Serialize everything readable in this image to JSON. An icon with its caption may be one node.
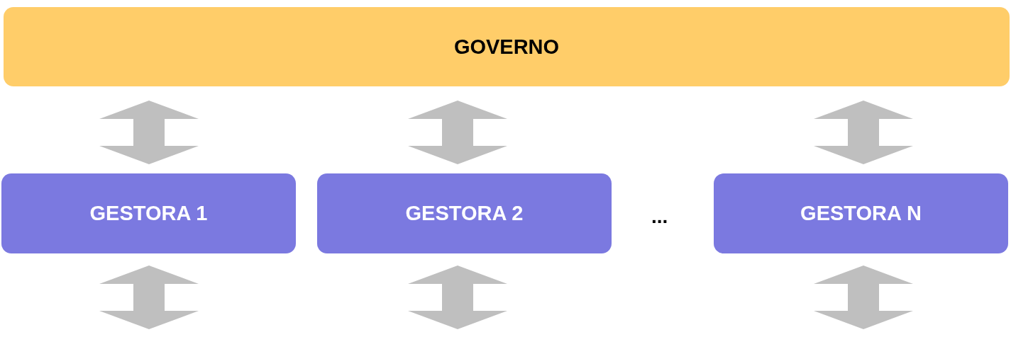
{
  "diagram": {
    "nodes": [
      {
        "text": [
          "GOVERNO"
        ]
      },
      {
        "text": [
          "GESTORA 1"
        ]
      },
      {
        "text": [
          "GESTORA 2"
        ]
      },
      {
        "text": [
          "GESTORA N"
        ]
      }
    ],
    "edges": [
      {
        "from": 0,
        "to": 1,
        "arrow": "both"
      },
      {
        "from": 0,
        "to": 2,
        "arrow": "both"
      },
      {
        "from": 0,
        "to": 3,
        "arrow": "both"
      },
      {
        "from": 1,
        "to": null,
        "arrow": "both"
      },
      {
        "from": 2,
        "to": null,
        "arrow": "both"
      },
      {
        "from": 3,
        "to": null,
        "arrow": "both"
      }
    ],
    "labels": [
      "..."
    ]
  }
}
